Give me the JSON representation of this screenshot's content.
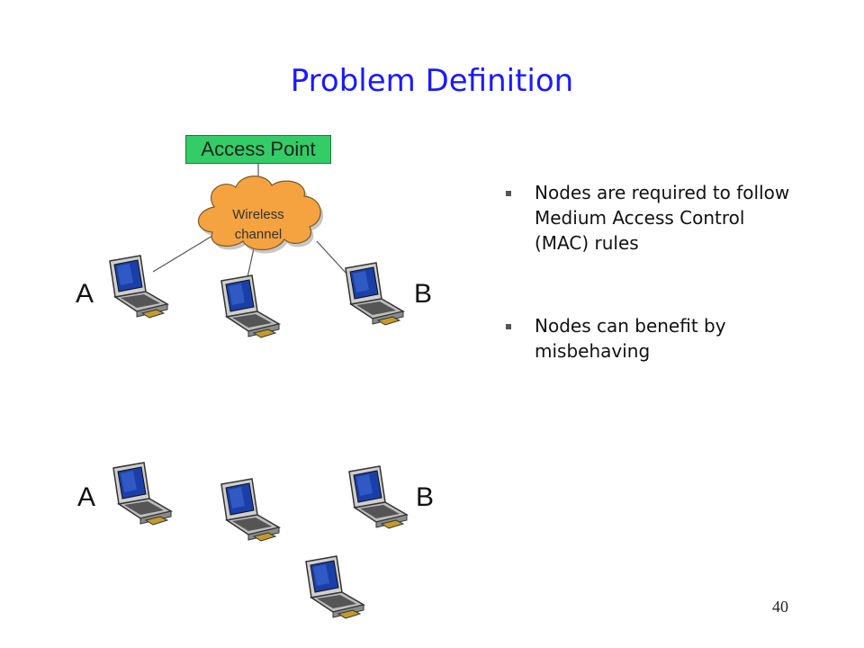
{
  "slide": {
    "title": "Problem Definition",
    "page_number": "40"
  },
  "diagram": {
    "access_point_label": "Access Point",
    "cloud_line1": "Wireless",
    "cloud_line2": "channel",
    "top_labels": {
      "a": "A",
      "b": "B"
    },
    "bottom_labels": {
      "a": "A",
      "b": "B"
    }
  },
  "bullets": [
    {
      "text": "Nodes are required to follow  Medium Access Control (MAC) rules"
    },
    {
      "text": "Nodes can benefit by misbehaving"
    }
  ],
  "colors": {
    "title": "#1a1aff",
    "access_point_bg": "#33cc66",
    "cloud": "#f4a340"
  }
}
